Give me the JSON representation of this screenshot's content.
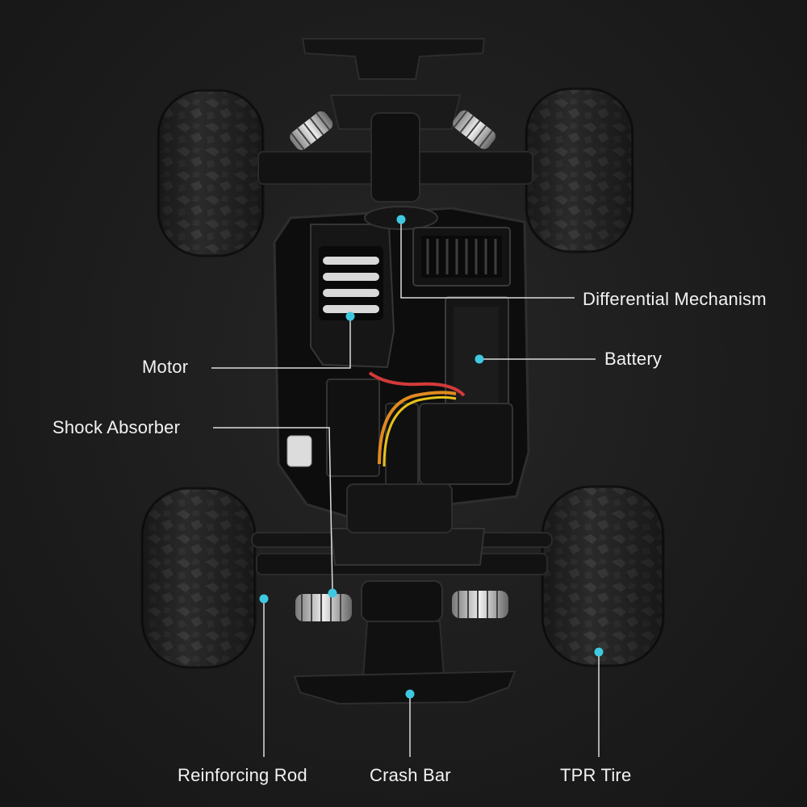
{
  "labels": {
    "differential": "Differential Mechanism",
    "battery": "Battery",
    "motor": "Motor",
    "shock_absorber": "Shock Absorber",
    "reinforcing_rod": "Reinforcing Rod",
    "crash_bar": "Crash Bar",
    "tpr_tire": "TPR Tire"
  },
  "colors": {
    "background": "#1e1e1e",
    "callout_dot": "#3ec9e0",
    "callout_line": "#dcdcdc",
    "chassis": "#0e0e0e",
    "tire": "#2b2b2b",
    "wire_red": "#d23a3a",
    "wire_orange": "#e08a1f",
    "wire_yellow": "#e8c21a"
  }
}
